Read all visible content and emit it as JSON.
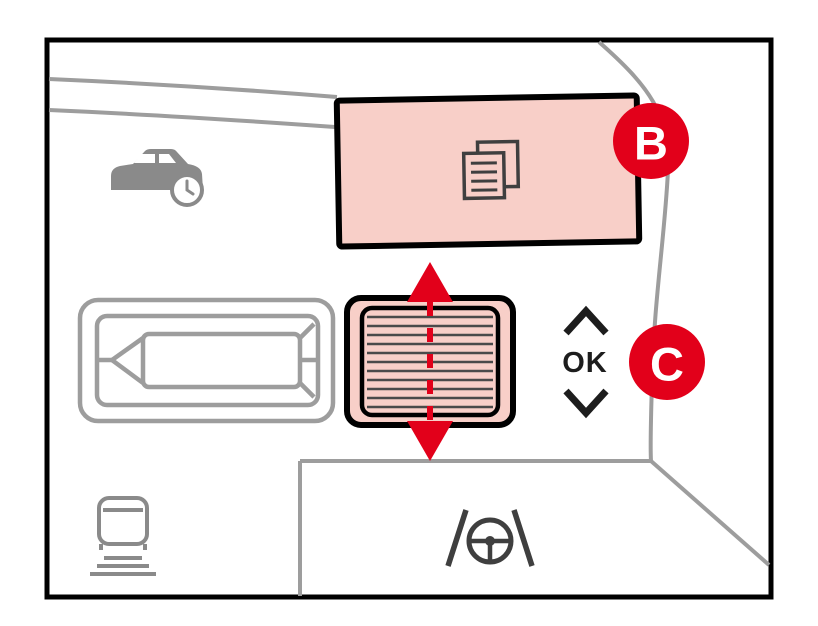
{
  "markers": {
    "b": "B",
    "c": "C"
  },
  "keypad": {
    "ok_label": "OK"
  },
  "icons": {
    "dashboard_top_left": "car-speedometer-icon",
    "button_b_glyph": "trip-pages-icon",
    "scroll_wheel": "thumbwheel-with-up-down-arrows",
    "keypad_up": "chevron-up-icon",
    "keypad_down": "chevron-down-icon",
    "bottom_left": "distance-alert-icon",
    "bottom_right": "steering-assist-icon"
  },
  "colors": {
    "marker_red": "#e2001a",
    "highlight_pink": "#f8cfc8",
    "panel_line_gray": "#9d9d9d",
    "frame_black": "#000000",
    "icon_gray": "#8a8a8a",
    "glyph_dark": "#3f3f3f"
  }
}
